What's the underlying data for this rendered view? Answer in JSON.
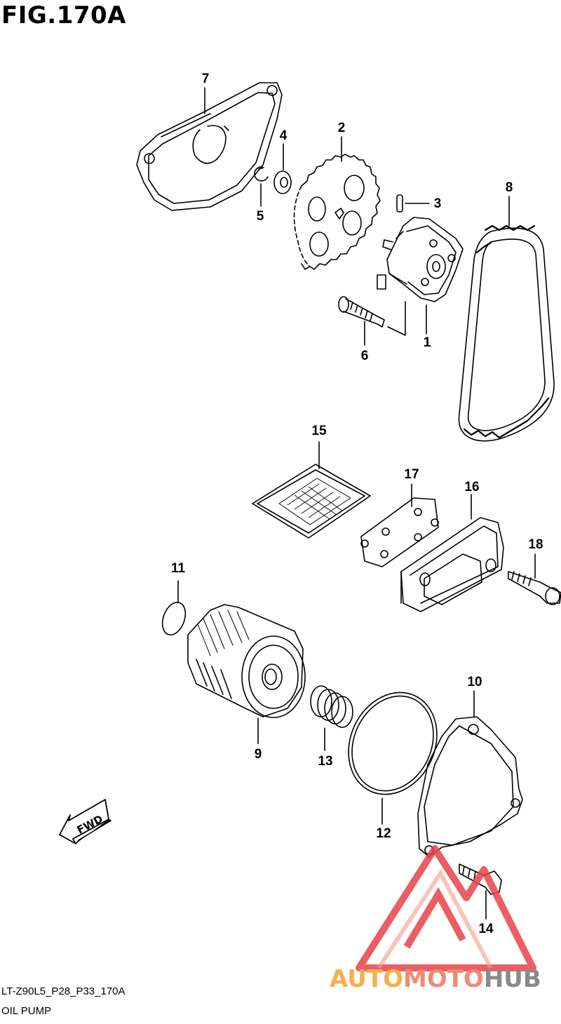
{
  "figure": {
    "title": "FIG.170A"
  },
  "callouts": [
    {
      "id": "7",
      "label": "7"
    },
    {
      "id": "2",
      "label": "2"
    },
    {
      "id": "4",
      "label": "4"
    },
    {
      "id": "5",
      "label": "5"
    },
    {
      "id": "3",
      "label": "3"
    },
    {
      "id": "8",
      "label": "8"
    },
    {
      "id": "6",
      "label": "6"
    },
    {
      "id": "1",
      "label": "1"
    },
    {
      "id": "15",
      "label": "15"
    },
    {
      "id": "17",
      "label": "17"
    },
    {
      "id": "16",
      "label": "16"
    },
    {
      "id": "18",
      "label": "18"
    },
    {
      "id": "11",
      "label": "11"
    },
    {
      "id": "10",
      "label": "10"
    },
    {
      "id": "9",
      "label": "9"
    },
    {
      "id": "13",
      "label": "13"
    },
    {
      "id": "12",
      "label": "12"
    },
    {
      "id": "14",
      "label": "14"
    }
  ],
  "fwd_arrow": {
    "label": "FWD"
  },
  "footer": {
    "code": "LT-Z90L5_P28_P33_170A",
    "name": "OIL PUMP"
  },
  "watermark": {
    "brand": [
      "AUTO",
      "MOTO",
      "HUB"
    ],
    "colors": [
      "#f6b04a",
      "#f08a76",
      "#8a8a8a"
    ],
    "logo_color": "#e8424a"
  }
}
